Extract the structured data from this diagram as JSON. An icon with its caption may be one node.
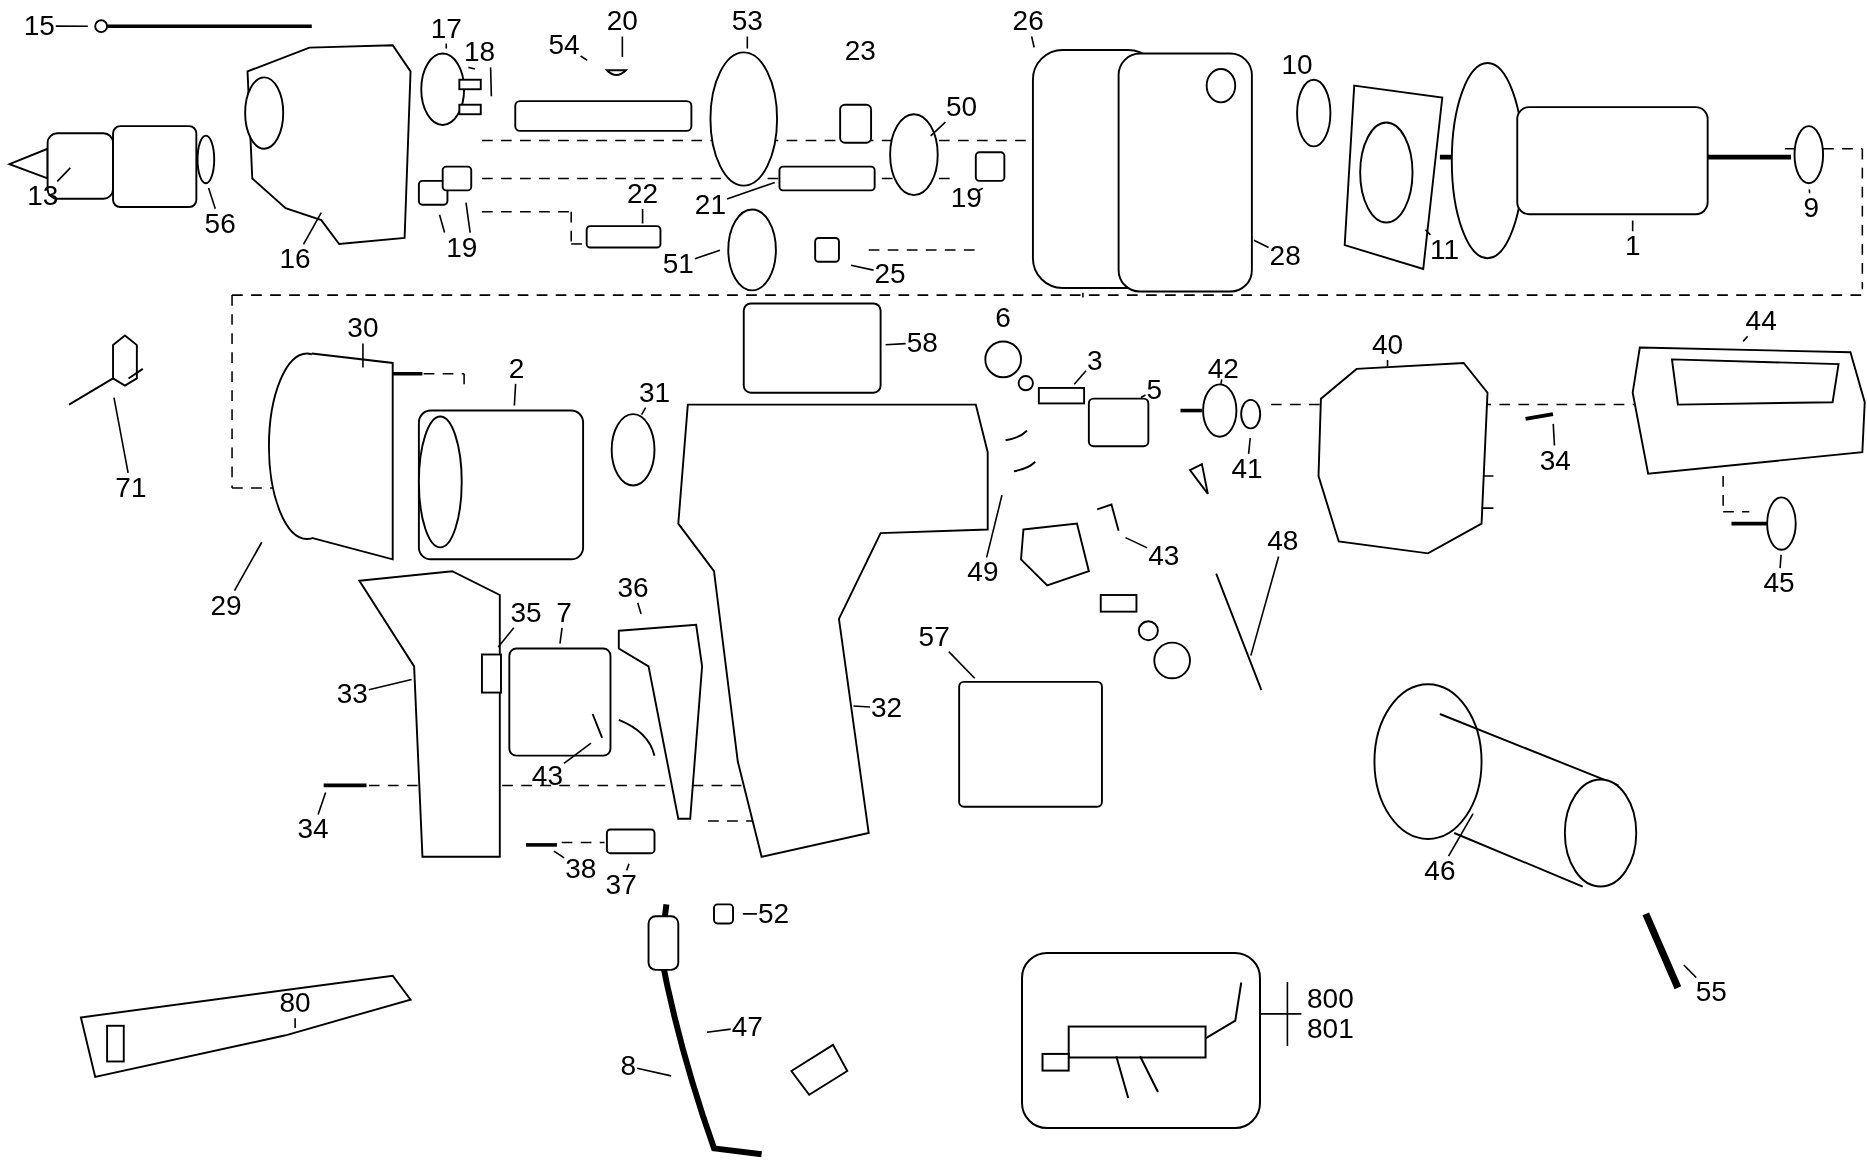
{
  "diagram": {
    "nodes": [
      {
        "text": [
          "15"
        ]
      },
      {
        "text": [
          "20"
        ]
      },
      {
        "text": [
          "53"
        ]
      },
      {
        "text": [
          "54"
        ]
      },
      {
        "text": [
          "26"
        ]
      },
      {
        "text": [
          "17"
        ]
      },
      {
        "text": [
          "18"
        ]
      },
      {
        "text": [
          "13"
        ]
      },
      {
        "text": [
          "56"
        ]
      },
      {
        "text": [
          "16"
        ]
      },
      {
        "text": [
          "50"
        ]
      },
      {
        "text": [
          "21"
        ]
      },
      {
        "text": [
          "19"
        ]
      },
      {
        "text": [
          "22"
        ]
      },
      {
        "text": [
          "19"
        ]
      },
      {
        "text": [
          "51"
        ]
      },
      {
        "text": [
          "25"
        ]
      },
      {
        "text": [
          "28"
        ]
      },
      {
        "text": [
          "11"
        ]
      },
      {
        "text": [
          "1"
        ]
      },
      {
        "text": [
          "9"
        ]
      },
      {
        "text": [
          "30"
        ]
      },
      {
        "text": [
          "2"
        ]
      },
      {
        "text": [
          "58"
        ]
      },
      {
        "text": [
          "31"
        ]
      },
      {
        "text": [
          "3"
        ]
      },
      {
        "text": [
          "5"
        ]
      },
      {
        "text": [
          "42"
        ]
      },
      {
        "text": [
          "40"
        ]
      },
      {
        "text": [
          "44"
        ]
      },
      {
        "text": [
          "71"
        ]
      },
      {
        "text": [
          "41"
        ]
      },
      {
        "text": [
          "34"
        ]
      },
      {
        "text": [
          "43"
        ]
      },
      {
        "text": [
          "49"
        ]
      },
      {
        "text": [
          "29"
        ]
      },
      {
        "text": [
          "45"
        ]
      },
      {
        "text": [
          "48"
        ]
      },
      {
        "text": [
          "35"
        ]
      },
      {
        "text": [
          "7"
        ]
      },
      {
        "text": [
          "36"
        ]
      },
      {
        "text": [
          "57"
        ]
      },
      {
        "text": [
          "33"
        ]
      },
      {
        "text": [
          "32"
        ]
      },
      {
        "text": [
          "43"
        ]
      },
      {
        "text": [
          "34"
        ]
      },
      {
        "text": [
          "38"
        ]
      },
      {
        "text": [
          "37"
        ]
      },
      {
        "text": [
          "52"
        ]
      },
      {
        "text": [
          "46"
        ]
      },
      {
        "text": [
          "55"
        ]
      },
      {
        "text": [
          "80"
        ]
      },
      {
        "text": [
          "47"
        ]
      },
      {
        "text": [
          "800 801"
        ]
      },
      {
        "text": [
          "8"
        ]
      },
      {
        "text": [],
        "shape": "box"
      }
    ],
    "edges": [
      {
        "from": 0,
        "to": null,
        "arrow": "none"
      },
      {
        "from": 1,
        "to": null,
        "arrow": "none"
      },
      {
        "from": 2,
        "to": null,
        "arrow": "none"
      },
      {
        "from": 3,
        "to": null,
        "arrow": "none"
      },
      {
        "from": 4,
        "to": null,
        "arrow": "none"
      },
      {
        "from": 5,
        "to": null,
        "arrow": "none"
      },
      {
        "from": 6,
        "to": null,
        "arrow": "none"
      },
      {
        "from": 6,
        "to": null,
        "arrow": "none"
      },
      {
        "from": 7,
        "to": null,
        "arrow": "none"
      },
      {
        "from": 8,
        "to": null,
        "arrow": "none"
      },
      {
        "from": 9,
        "to": null,
        "arrow": "none"
      },
      {
        "from": 10,
        "to": null,
        "arrow": "none"
      },
      {
        "from": 11,
        "to": null,
        "arrow": "none"
      },
      {
        "from": 12,
        "to": null,
        "arrow": "none"
      },
      {
        "from": 13,
        "to": null,
        "arrow": "none"
      },
      {
        "from": 14,
        "to": null,
        "arrow": "none"
      },
      {
        "from": 14,
        "to": null,
        "arrow": "none"
      },
      {
        "from": 15,
        "to": null,
        "arrow": "none"
      },
      {
        "from": 16,
        "to": null,
        "arrow": "none"
      },
      {
        "from": 17,
        "to": null,
        "arrow": "none"
      },
      {
        "from": 18,
        "to": null,
        "arrow": "none"
      },
      {
        "from": 19,
        "to": null,
        "arrow": "none"
      },
      {
        "from": 20,
        "to": null,
        "arrow": "none"
      },
      {
        "from": 21,
        "to": null,
        "arrow": "none"
      },
      {
        "from": 22,
        "to": null,
        "arrow": "none"
      },
      {
        "from": 23,
        "to": null,
        "arrow": "none"
      },
      {
        "from": 24,
        "to": null,
        "arrow": "none"
      },
      {
        "from": 25,
        "to": null,
        "arrow": "none"
      },
      {
        "from": 26,
        "to": null,
        "arrow": "none"
      },
      {
        "from": 27,
        "to": null,
        "arrow": "none"
      },
      {
        "from": 28,
        "to": null,
        "arrow": "none"
      },
      {
        "from": 29,
        "to": null,
        "arrow": "none"
      },
      {
        "from": 30,
        "to": null,
        "arrow": "none"
      },
      {
        "from": 31,
        "to": null,
        "arrow": "none"
      },
      {
        "from": 32,
        "to": null,
        "arrow": "none"
      },
      {
        "from": 33,
        "to": null,
        "arrow": "none"
      },
      {
        "from": 34,
        "to": null,
        "arrow": "none"
      },
      {
        "from": 35,
        "to": null,
        "arrow": "none"
      },
      {
        "from": 36,
        "to": null,
        "arrow": "none"
      },
      {
        "from": 37,
        "to": null,
        "arrow": "none"
      },
      {
        "from": 38,
        "to": null,
        "arrow": "none"
      },
      {
        "from": 39,
        "to": null,
        "arrow": "none"
      },
      {
        "from": 40,
        "to": null,
        "arrow": "none"
      },
      {
        "from": 41,
        "to": null,
        "arrow": "none"
      },
      {
        "from": 42,
        "to": null,
        "arrow": "none"
      },
      {
        "from": 43,
        "to": null,
        "arrow": "none"
      },
      {
        "from": 44,
        "to": null,
        "arrow": "none"
      },
      {
        "from": 45,
        "to": null,
        "arrow": "none"
      },
      {
        "from": 46,
        "to": null,
        "arrow": "none"
      },
      {
        "from": 47,
        "to": null,
        "arrow": "none"
      },
      {
        "from": 48,
        "to": null,
        "arrow": "none"
      },
      {
        "from": 49,
        "to": null,
        "arrow": "none"
      },
      {
        "from": 50,
        "to": null,
        "arrow": "none"
      },
      {
        "from": 51,
        "to": null,
        "arrow": "none"
      },
      {
        "from": 52,
        "to": null,
        "arrow": "none"
      },
      {
        "from": 53,
        "to": 55,
        "arrow": "none"
      },
      {
        "from": 54,
        "to": null,
        "arrow": "none"
      }
    ],
    "labels": [
      "23",
      "10",
      "6"
    ]
  }
}
